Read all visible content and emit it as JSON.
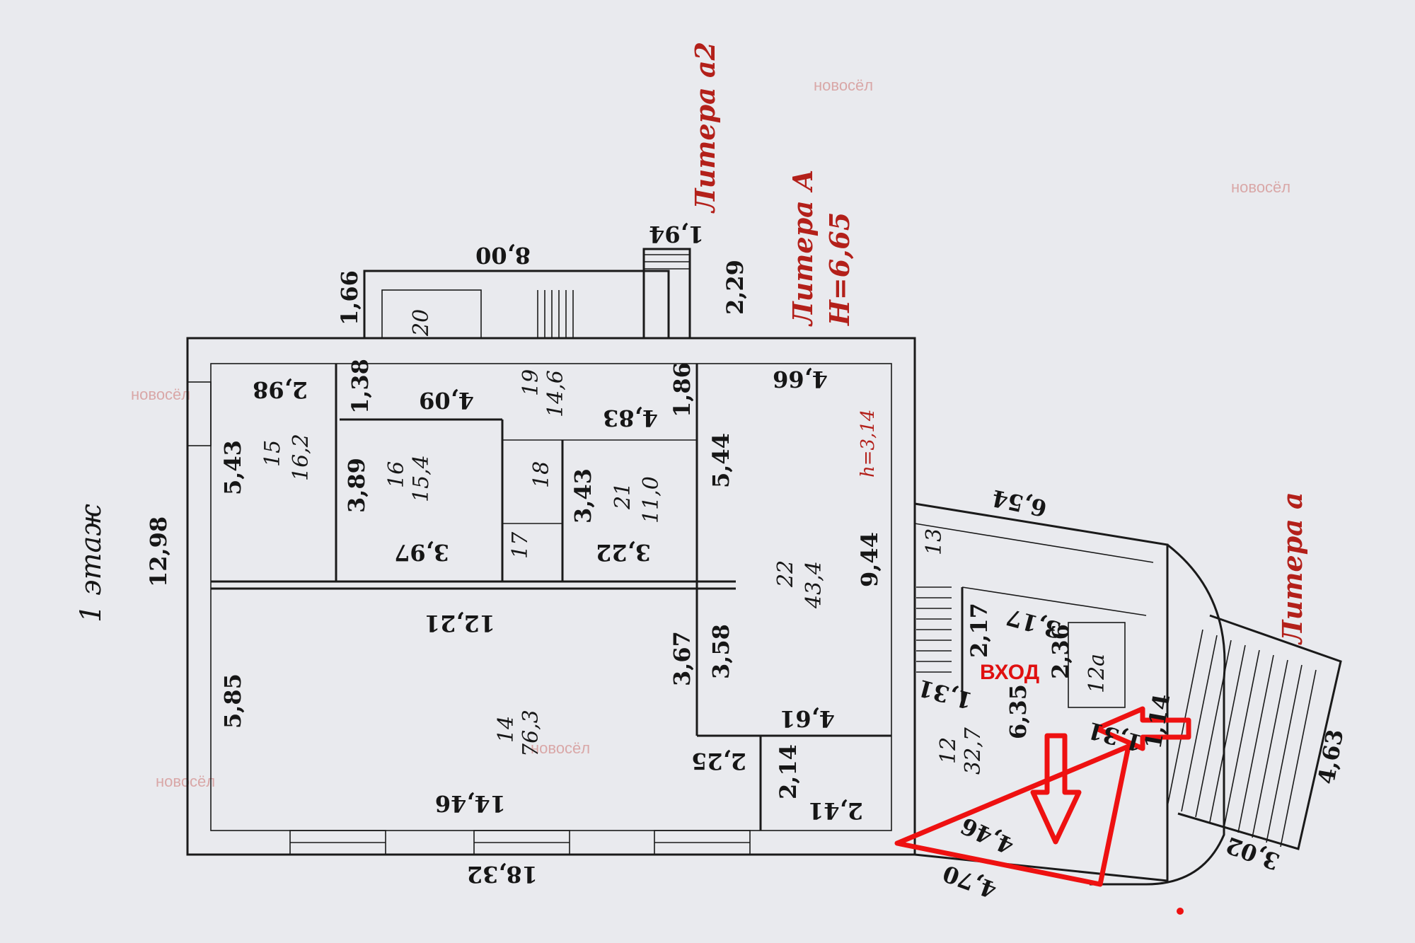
{
  "floor_label": "1 этаж",
  "litera_a2": "Литера а2",
  "litera_A": "Литера А",
  "litera_A_height": "Н=6,65",
  "litera_a": "Литера а",
  "ceiling_height": "h=3,14",
  "entrance": "ВХОД",
  "watermark": "новосёл",
  "rooms": [
    {
      "num": "15",
      "area": "16,2"
    },
    {
      "num": "16",
      "area": "15,4"
    },
    {
      "num": "18",
      "area": ""
    },
    {
      "num": "17",
      "area": ""
    },
    {
      "num": "19",
      "area": "14,6"
    },
    {
      "num": "21",
      "area": "11,0"
    },
    {
      "num": "22",
      "area": "43,4"
    },
    {
      "num": "14",
      "area": "76,3"
    },
    {
      "num": "12",
      "area": "32,7"
    },
    {
      "num": "12а",
      "area": ""
    },
    {
      "num": "20",
      "area": ""
    },
    {
      "num": "13",
      "area": ""
    }
  ],
  "dimensions": {
    "d_8_00": "8,00",
    "d_1_66": "1,66",
    "d_1_94": "1,94",
    "d_2_29": "2,29",
    "d_2_98": "2,98",
    "d_1_38": "1,38",
    "d_4_09": "4,09",
    "d_4_83": "4,83",
    "d_1_86": "1,86",
    "d_4_66": "4,66",
    "d_5_43": "5,43",
    "d_3_89": "3,89",
    "d_3_43": "3,43",
    "d_5_44": "5,44",
    "d_3_97": "3,97",
    "d_3_22": "3,22",
    "d_9_44": "9,44",
    "d_12_98": "12,98",
    "d_12_21": "12,21",
    "d_3_67": "3,67",
    "d_3_58": "3,58",
    "d_5_85": "5,85",
    "d_4_61": "4,61",
    "d_2_25": "2,25",
    "d_2_14": "2,14",
    "d_14_46": "14,46",
    "d_2_41": "2,41",
    "d_18_32": "18,32",
    "d_6_54": "6,54",
    "d_2_17": "2,17",
    "d_3_17": "3,17",
    "d_2_36": "2,36",
    "d_1_31a": "1,31",
    "d_6_35": "6,35",
    "d_1_31b": "1,31",
    "d_1_14": "1,14",
    "d_4_46": "4,46",
    "d_4_70": "4,70",
    "d_4_63": "4,63",
    "d_3_02": "3,02"
  }
}
